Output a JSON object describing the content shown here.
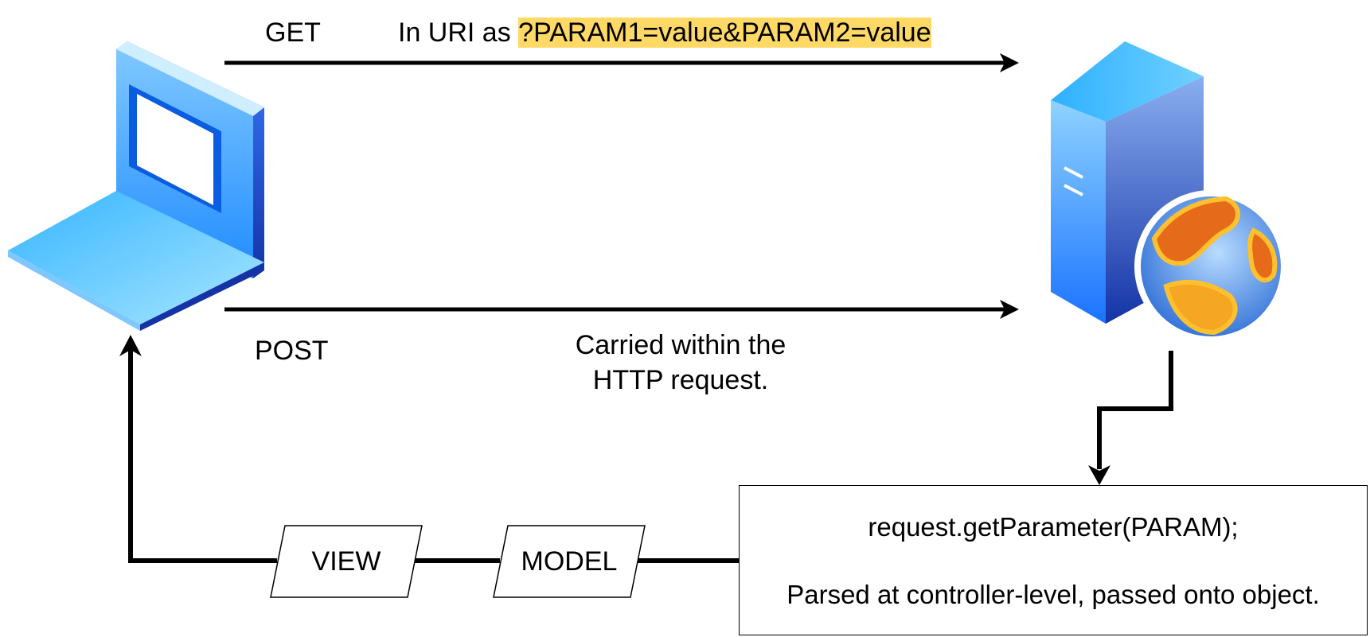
{
  "arrows": {
    "get_label": "GET",
    "get_desc_prefix": "In URI as ",
    "get_desc_highlight": "?PARAM1=value&PARAM2=value",
    "post_label": "POST",
    "post_desc_line1": "Carried within the",
    "post_desc_line2": "HTTP request."
  },
  "controller": {
    "line1": "request.getParameter(PARAM);",
    "line2": "Parsed at controller-level, passed onto object."
  },
  "flow": {
    "model_label": "MODEL",
    "view_label": "VIEW"
  },
  "icons": {
    "client": "laptop-icon",
    "server": "web-server-icon"
  },
  "colors": {
    "highlight": "#ffd966",
    "device_blue_light": "#8fd3ff",
    "device_blue": "#1a8cff",
    "device_blue_dark": "#1433a6",
    "globe_orange": "#f5a623"
  }
}
